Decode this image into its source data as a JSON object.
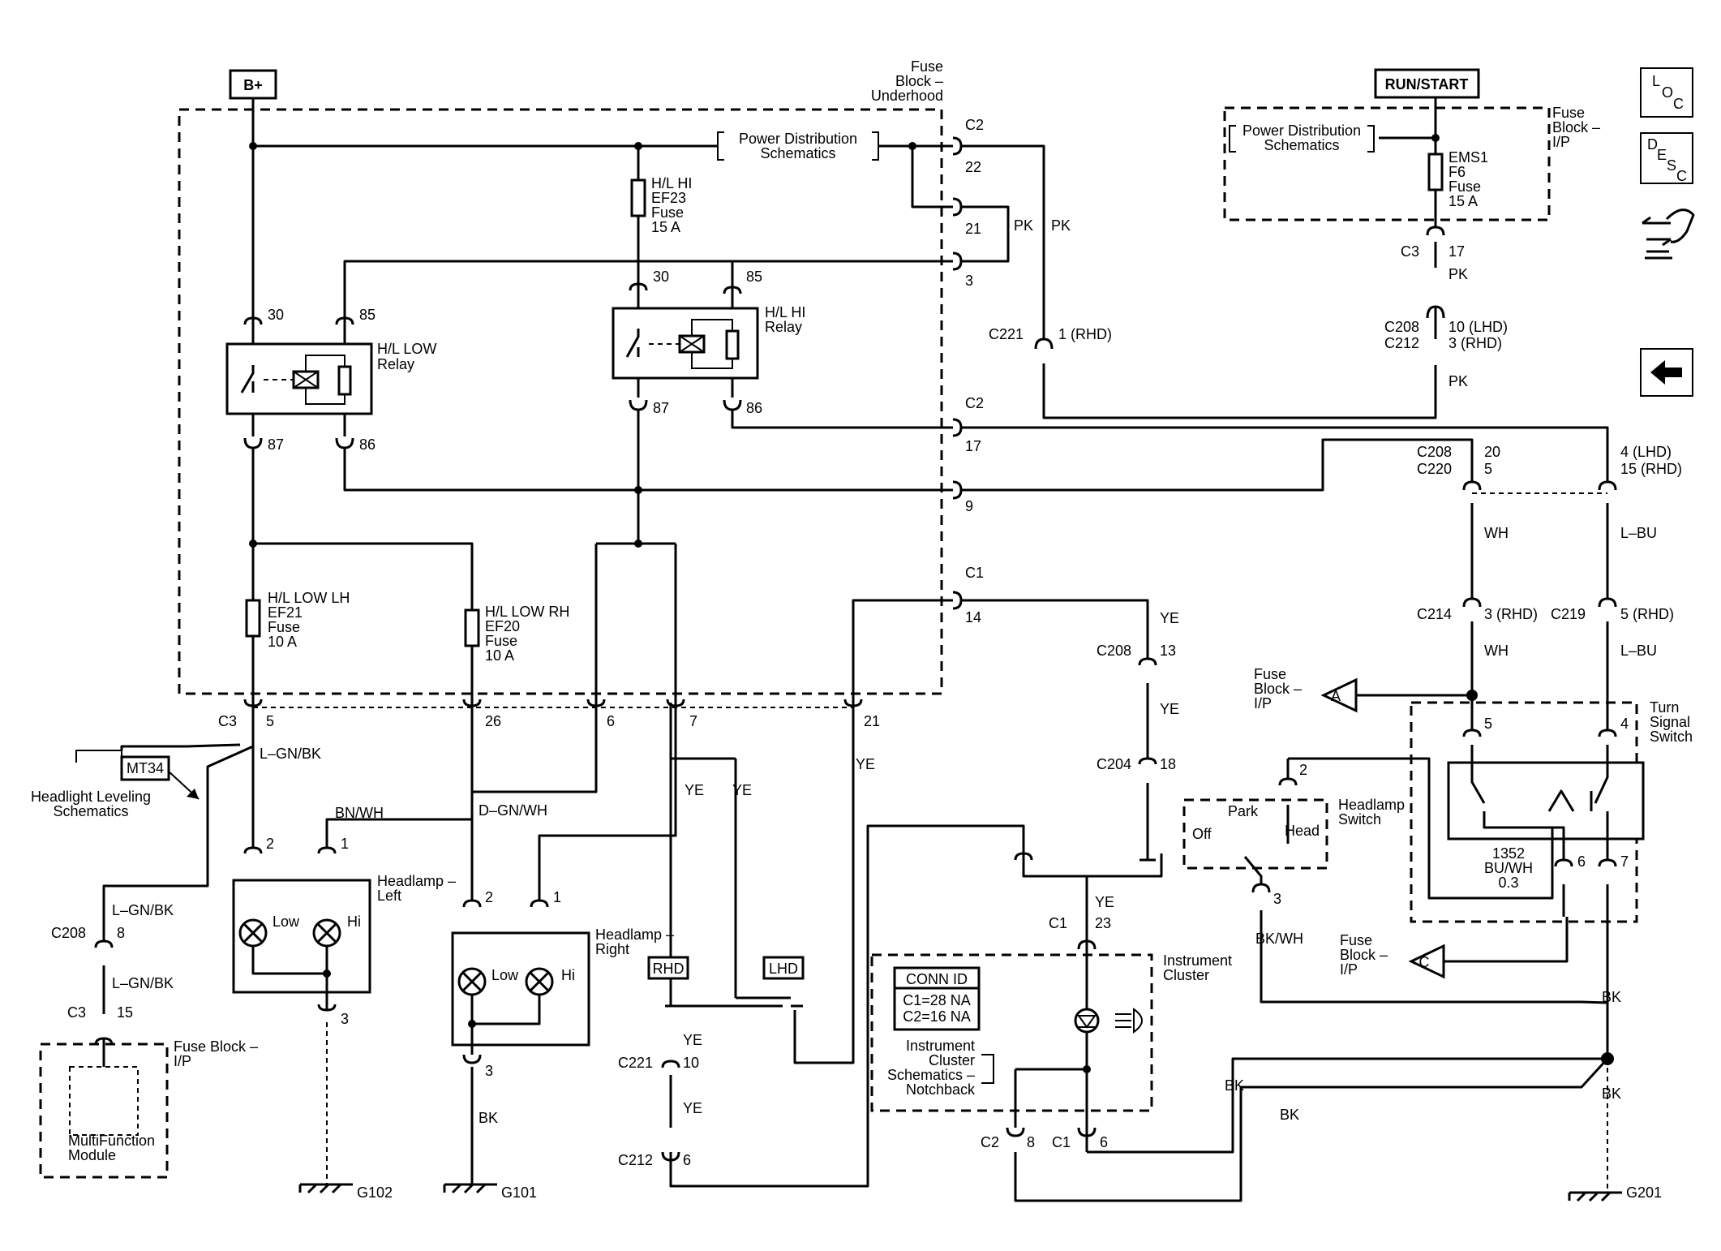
{
  "power": {
    "bplus": "B+",
    "run_start": "RUN/START"
  },
  "nav_icons": [
    "locator-icon",
    "description-icon",
    "connector-hands-icon",
    "back-arrow-icon"
  ],
  "nav": {
    "loc_l": "L",
    "loc_o": "O",
    "loc_c": "C",
    "desc_d": "D",
    "desc_e": "E",
    "desc_s": "S",
    "desc_c": "C"
  },
  "fuse_block_underhood": {
    "line1": "Fuse",
    "line2": "Block –",
    "line3": "Underhood"
  },
  "fuse_block_ip_top": {
    "line1": "Fuse",
    "line2": "Block –",
    "line3": "I/P"
  },
  "power_dist_1": {
    "line1": "Power Distribution",
    "line2": "Schematics"
  },
  "power_dist_2": {
    "line1": "Power Distribution",
    "line2": "Schematics"
  },
  "fuses": {
    "hl_hi": [
      "H/L HI",
      "EF23",
      "Fuse",
      "15 A"
    ],
    "hl_low_lh": [
      "H/L LOW LH",
      "EF21",
      "Fuse",
      "10 A"
    ],
    "hl_low_rh": [
      "H/L LOW RH",
      "EF20",
      "Fuse",
      "10 A"
    ],
    "ems1": [
      "EMS1",
      "F6",
      "Fuse",
      "15 A"
    ]
  },
  "relays": {
    "low": {
      "line1": "H/L LOW",
      "line2": "Relay",
      "p30": "30",
      "p85": "85",
      "p87": "87",
      "p86": "86"
    },
    "hi": {
      "line1": "H/L HI",
      "line2": "Relay",
      "p30": "30",
      "p85": "85",
      "p87": "87",
      "p86": "86"
    }
  },
  "c2_pins": {
    "c2_top": "C2",
    "p22": "22",
    "p21": "21",
    "p3": "3",
    "c2_mid": "C2",
    "p17": "17",
    "p9": "9"
  },
  "c1_pins": {
    "c1": "C1",
    "p14": "14"
  },
  "pk_labels": {
    "pk1": "PK",
    "pk2": "PK",
    "pk3": "PK",
    "pk4": "PK"
  },
  "c221_rhd": {
    "conn": "C221",
    "pin": "1 (RHD)"
  },
  "c3_top": {
    "conn": "C3",
    "pin": "17"
  },
  "c208_c212": {
    "conn1": "C208",
    "conn2": "C212",
    "pin1": "10 (LHD)",
    "pin2": "3 (RHD)"
  },
  "c208_c220": {
    "conn1": "C208",
    "conn2": "C220",
    "pin1": "20",
    "pin2": "5",
    "pin3": "4 (LHD)",
    "pin4": "15 (RHD)"
  },
  "wire_colors": {
    "wh1": "WH",
    "wh2": "WH",
    "lbu1": "L–BU",
    "lbu2": "L–BU",
    "lgnbk1": "L–GN/BK",
    "lgnbk2": "L–GN/BK",
    "lgnbk3": "L–GN/BK",
    "bnwh": "BN/WH",
    "dgnwh": "D–GN/WH",
    "ye1": "YE",
    "ye2": "YE",
    "ye3": "YE",
    "ye4": "YE",
    "ye5": "YE",
    "ye6": "YE",
    "ye7": "YE",
    "ye8": "YE",
    "bkwh": "BK/WH",
    "bk1": "BK",
    "bk2": "BK",
    "bk3": "BK",
    "bk4": "BK",
    "bk5": "BK"
  },
  "c214": {
    "conn": "C214",
    "pin": "3 (RHD)"
  },
  "c219": {
    "conn": "C219",
    "pin": "5 (RHD)"
  },
  "c3_bottom": {
    "conn": "C3",
    "p5": "5",
    "p26": "26",
    "p6": "6",
    "p7": "7",
    "p21": "21"
  },
  "headlight_leveling": {
    "line1": "Headlight Leveling",
    "line2": "Schematics"
  },
  "mt34": "MT34",
  "headlamp_left": {
    "line1": "Headlamp –",
    "line2": "Left",
    "low": "Low",
    "hi": "Hi",
    "p2": "2",
    "p1": "1",
    "p3": "3"
  },
  "headlamp_right": {
    "line1": "Headlamp –",
    "line2": "Right",
    "low": "Low",
    "hi": "Hi",
    "p2": "2",
    "p1": "1",
    "p3": "3"
  },
  "c208_left": {
    "conn": "C208",
    "pin": "8"
  },
  "c3_left": {
    "conn": "C3",
    "pin": "15"
  },
  "fuse_block_ip_left": {
    "line1": "Fuse Block –",
    "line2": "I/P",
    "mfm1": "MultiFunction",
    "mfm2": "Module"
  },
  "grounds": {
    "g102": "G102",
    "g101": "G101",
    "g201": "G201"
  },
  "rhd": "RHD",
  "lhd": "LHD",
  "c221_10": {
    "conn": "C221",
    "pin": "10"
  },
  "c212_6": {
    "conn": "C212",
    "pin": "6"
  },
  "c208_13": {
    "conn": "C208",
    "pin": "13"
  },
  "c204_18": {
    "conn": "C204",
    "pin": "18"
  },
  "c1_23": {
    "conn": "C1",
    "pin": "23"
  },
  "instrument_cluster": {
    "line1": "Instrument",
    "line2": "Cluster"
  },
  "conn_id": {
    "title": "CONN ID",
    "c1": "C1=28 NA",
    "c2": "C2=16 NA"
  },
  "ic_schem": [
    "Instrument",
    "Cluster",
    "Schematics –",
    "Notchback"
  ],
  "c2_8": {
    "conn": "C2",
    "pin": "8"
  },
  "c1_6": {
    "conn": "C1",
    "pin": "6"
  },
  "fuse_ip_a": {
    "line1": "Fuse",
    "line2": "Block –",
    "line3": "I/P",
    "tag": "A"
  },
  "fuse_ip_c": {
    "line1": "Fuse",
    "line2": "Block –",
    "line3": "I/P",
    "tag": "C"
  },
  "headlamp_switch": {
    "line1": "Headlamp",
    "line2": "Switch",
    "park": "Park",
    "off": "Off",
    "head": "Head",
    "p2": "2",
    "p3": "3"
  },
  "turn_signal": {
    "line1": "Turn",
    "line2": "Signal",
    "line3": "Switch",
    "p5": "5",
    "p4": "4",
    "p6": "6",
    "p7": "7"
  },
  "circuit_1352": {
    "line1": "1352",
    "line2": "BU/WH",
    "line3": "0.3"
  }
}
